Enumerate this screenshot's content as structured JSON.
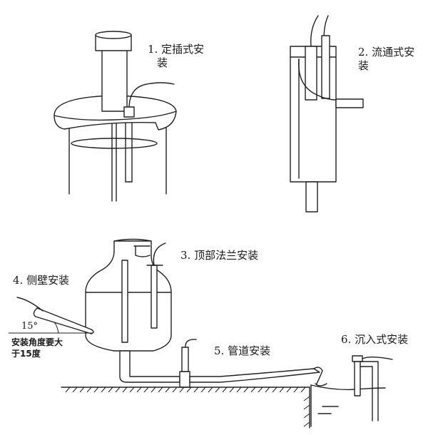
{
  "labels": {
    "fixed_insert": [
      "1. 定插式安",
      "装"
    ],
    "flow_through": [
      "2. 流通式安",
      "装"
    ],
    "top_flange": "3. 顶部法兰安装",
    "side_wall": "4. 侧壁安装",
    "angle": "15°",
    "angle_note": [
      "安装角度要大",
      "于15度"
    ],
    "pipeline": "5. 管道安装",
    "submersion": "6. 沉入式安装"
  },
  "colors": {
    "stroke": "#222222",
    "background": "#ffffff"
  }
}
